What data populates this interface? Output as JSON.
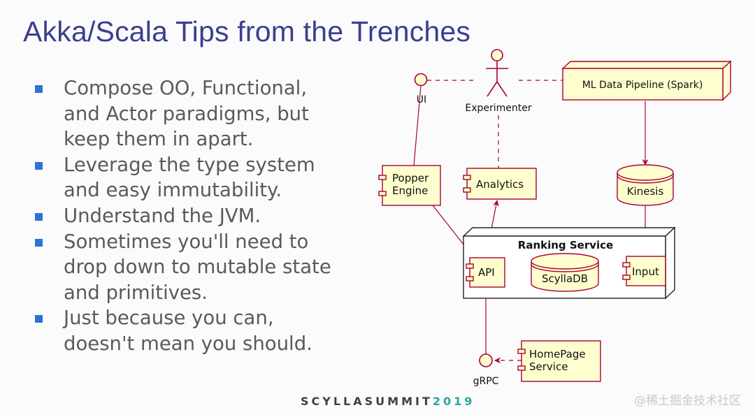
{
  "slide": {
    "title": "Akka/Scala Tips from the Trenches",
    "bullets": [
      {
        "lines": [
          "Compose OO, Functional,",
          "and Actor paradigms, but",
          "keep them in apart."
        ]
      },
      {
        "lines": [
          "Leverage the type system",
          "and easy immutability."
        ]
      },
      {
        "lines": [
          "Understand the JVM."
        ]
      },
      {
        "lines": [
          "Sometimes you'll need to",
          "drop down to mutable state",
          "and primitives."
        ]
      },
      {
        "lines": [
          "Just because you can,",
          "doesn't mean you should."
        ]
      }
    ],
    "footer": {
      "brand": "SCYLLASUMMIT",
      "year": "2019"
    },
    "watermark": "@稀土掘金技术社区"
  },
  "diagram": {
    "actor": {
      "label": "Experimenter"
    },
    "interfaces": {
      "ui": "UI",
      "grpc": "gRPC"
    },
    "nodes": {
      "pipeline": "ML Data Pipeline (Spark)",
      "ranking": "Ranking Service"
    },
    "components": {
      "popper": [
        "Popper",
        "Engine"
      ],
      "analytics": "Analytics",
      "api": "API",
      "input": "Input",
      "homepage": [
        "HomePage",
        "Service"
      ]
    },
    "databases": {
      "kinesis": "Kinesis",
      "scylladb": "ScyllaDB"
    },
    "colors": {
      "box_fill": "#fefece",
      "box_stroke": "#a80036",
      "line": "#a80036",
      "title": "#3b3f8e",
      "text": "#5a5a5a",
      "bullet": "#2a74d4",
      "footer_year": "#2aa89c"
    }
  }
}
